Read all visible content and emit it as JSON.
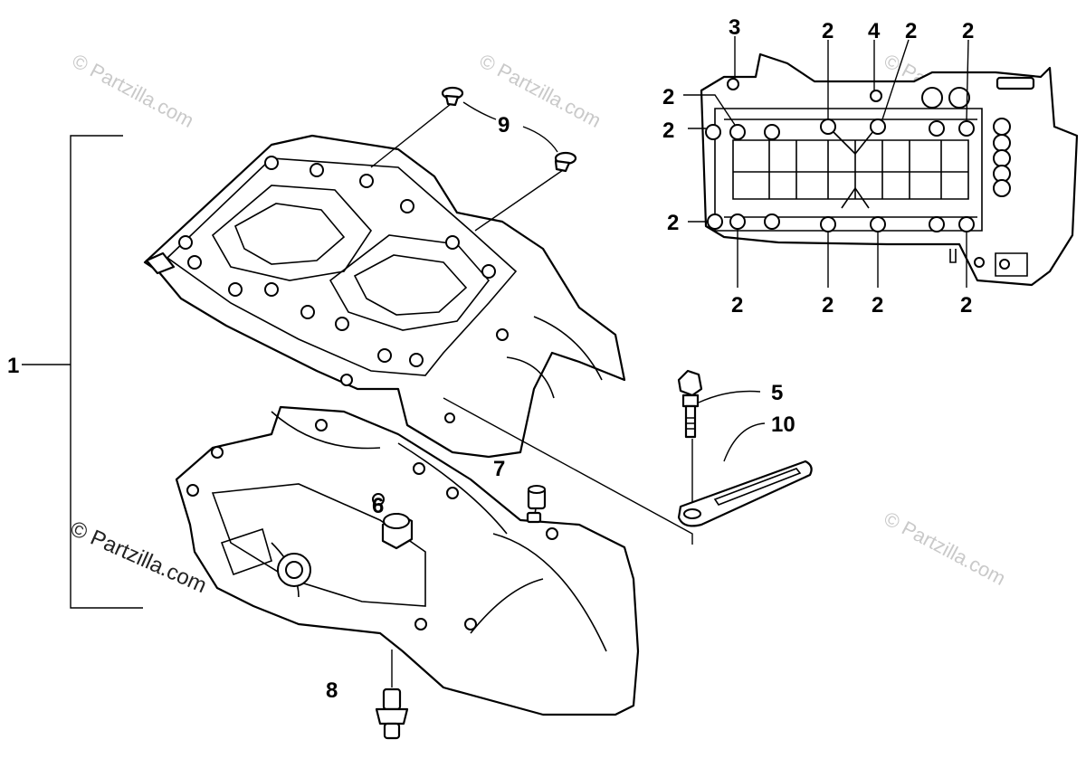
{
  "callouts": {
    "c1": "1",
    "c2": "2",
    "c3": "3",
    "c4": "4",
    "c5": "5",
    "c6": "6",
    "c7": "7",
    "c8": "8",
    "c9": "9",
    "c10": "10"
  },
  "watermark": {
    "text": "© Partzilla.com"
  }
}
